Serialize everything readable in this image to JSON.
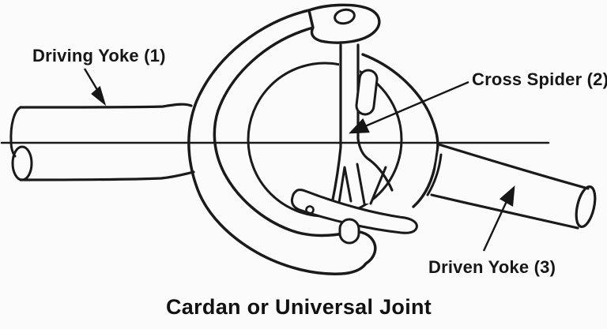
{
  "figure": {
    "type": "technical-line-diagram",
    "subject": "universal joint",
    "labels": {
      "driving_yoke": "Driving Yoke (1)",
      "cross_spider": "Cross Spider (2)",
      "driven_yoke": "Driven Yoke (3)"
    },
    "caption": "Cardan or Universal Joint",
    "colors": {
      "ink": "#1a1a1a",
      "background": "#fbfbfb"
    }
  }
}
